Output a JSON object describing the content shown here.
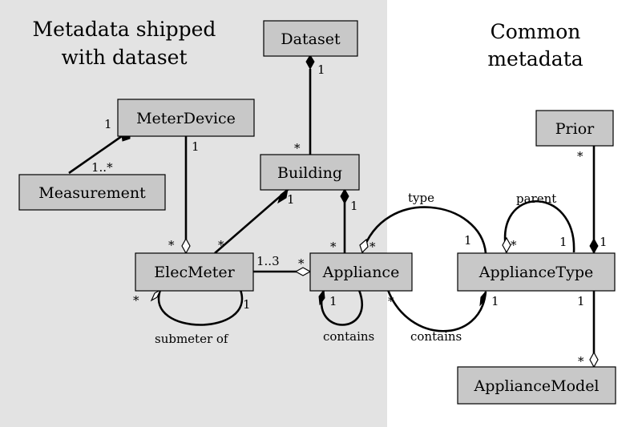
{
  "regions": {
    "left_heading": [
      "Metadata shipped",
      "with dataset"
    ],
    "right_heading": [
      "Common",
      "metadata"
    ]
  },
  "classes": {
    "dataset": "Dataset",
    "meter_device": "MeterDevice",
    "measurement": "Measurement",
    "building": "Building",
    "elec_meter": "ElecMeter",
    "appliance": "Appliance",
    "appliance_type": "ApplianceType",
    "prior": "Prior",
    "appliance_model": "ApplianceModel"
  },
  "associations": {
    "dataset_building": {
      "dataset_end": "1",
      "building_end": "*"
    },
    "meterdevice_measurement": {
      "meterdevice_end": "1",
      "measurement_end": "1..*"
    },
    "meterdevice_elecmeter": {
      "meterdevice_end": "1",
      "elecmeter_end": "*"
    },
    "building_elecmeter": {
      "building_end": "1",
      "elecmeter_end": "*"
    },
    "building_appliance": {
      "building_end": "1",
      "appliance_end": "*"
    },
    "elecmeter_appliance": {
      "elecmeter_end": "1..3",
      "appliance_end": "*"
    },
    "elecmeter_self": {
      "label": "submeter of",
      "child_end": "*",
      "parent_end": "1"
    },
    "appliance_self": {
      "label": "contains",
      "end_a": "1",
      "end_b": "*"
    },
    "appliance_type": {
      "label": "type",
      "appliance_end": "*",
      "type_end": "1"
    },
    "appliance_contains_type": {
      "label": "contains",
      "type_end": "1"
    },
    "appliancetype_self": {
      "label": "parent",
      "child_end": "*",
      "parent_end": "1"
    },
    "prior_appliancetype": {
      "prior_end": "*",
      "type_end": "1"
    },
    "appliancetype_model": {
      "type_end": "1",
      "model_end": "*"
    }
  }
}
